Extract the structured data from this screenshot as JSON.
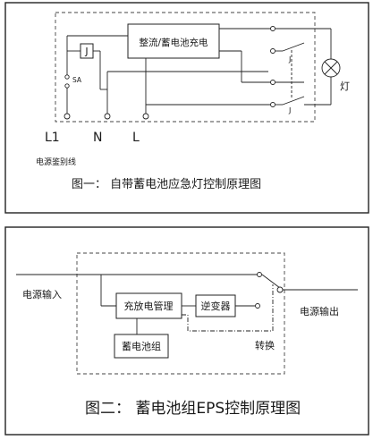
{
  "figure1": {
    "charger_label": "整流/蓄电池充电",
    "relay_label": "J",
    "switch_label": "SA",
    "contact_label_upper": "J",
    "contact_label_lower": "J",
    "lamp_label": "灯",
    "terminal_l1": "L1",
    "terminal_n": "N",
    "terminal_l": "L",
    "identify_line_label": "电源鉴别线",
    "caption": "图一：  自带蓄电池应急灯控制原理图"
  },
  "figure2": {
    "input_label": "电源输入",
    "charge_mgmt_label": "充放电管理",
    "inverter_label": "逆变器",
    "battery_label": "蓄电池组",
    "transfer_label": "转换",
    "output_label": "电源输出",
    "caption": "图二：  蓄电池组EPS控制原理图"
  }
}
